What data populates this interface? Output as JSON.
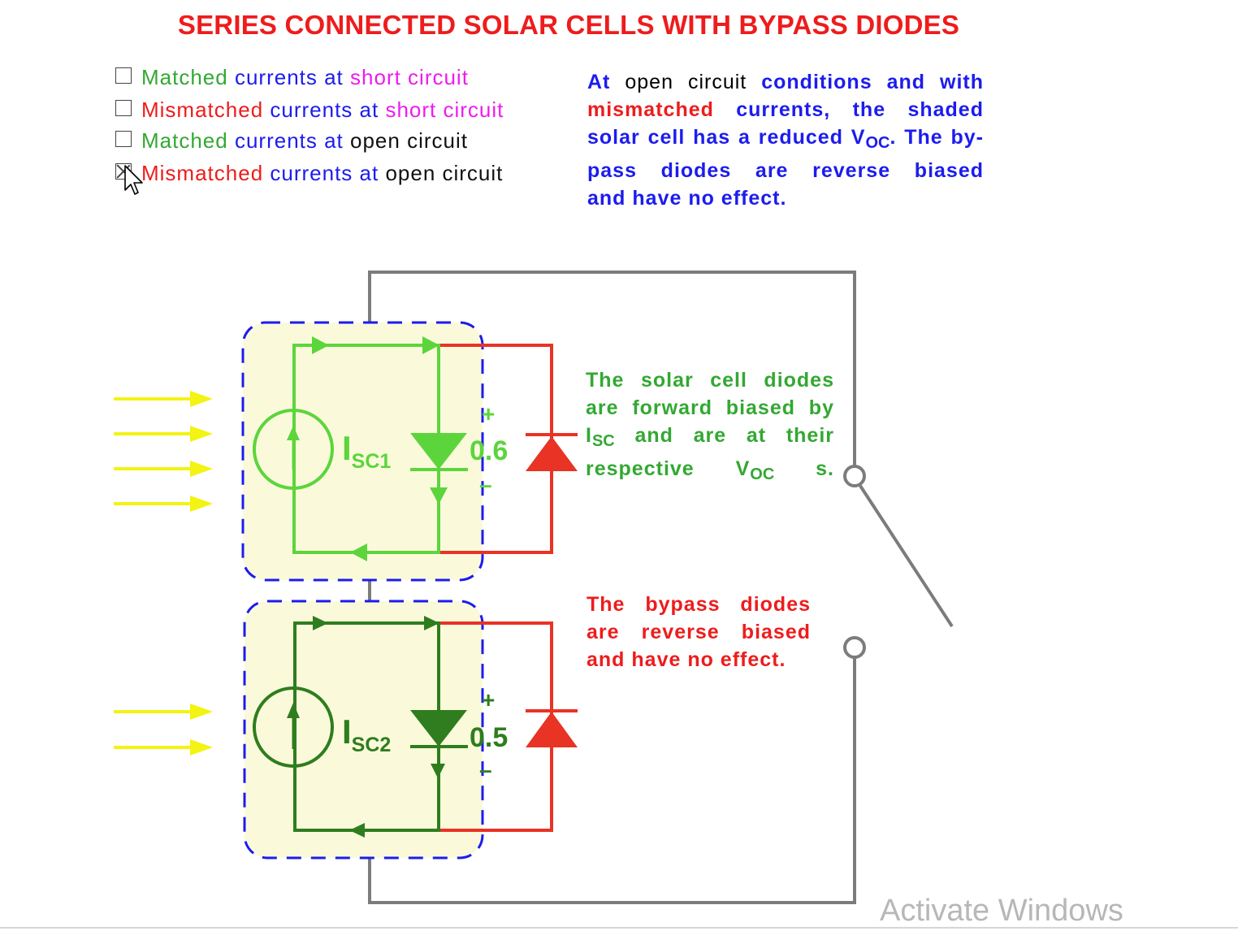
{
  "title": "SERIES CONNECTED SOLAR CELLS WITH BYPASS DIODES",
  "colors": {
    "title": "#ee1c1c",
    "green_text": "#33a832",
    "blue_text": "#1c1cee",
    "magenta_text": "#ee1cee",
    "red_text": "#ee1c1c",
    "cell1_wire": "#5cd53c",
    "cell2_wire": "#2f7d1e",
    "bypass": "#e83325",
    "outer_wire": "#7c7c7c",
    "cell_fill": "#fafadb",
    "cell_border": "#1c1cee",
    "light_ray": "#f3f314"
  },
  "options": [
    {
      "checked": false,
      "parts": [
        {
          "text": "Matched",
          "color": "green"
        },
        {
          "text": " currents at ",
          "color": "blue"
        },
        {
          "text": "short circuit",
          "color": "magenta"
        }
      ]
    },
    {
      "checked": false,
      "parts": [
        {
          "text": "Mismatched",
          "color": "red"
        },
        {
          "text": " currents at ",
          "color": "blue"
        },
        {
          "text": "short circuit",
          "color": "magenta"
        }
      ]
    },
    {
      "checked": false,
      "parts": [
        {
          "text": "Matched",
          "color": "green"
        },
        {
          "text": " currents at ",
          "color": "blue"
        },
        {
          "text": "open circuit",
          "color": "black"
        }
      ]
    },
    {
      "checked": true,
      "parts": [
        {
          "text": "Mismatched",
          "color": "red"
        },
        {
          "text": " currents at ",
          "color": "blue"
        },
        {
          "text": "open circuit",
          "color": "black"
        }
      ]
    }
  ],
  "description": {
    "a1": "At",
    "a2": " open circuit",
    "a3": " conditions and with",
    "b1": "mismatched",
    "b2": " currents, the shaded solar cell has a reduced V",
    "b_sub": "OC",
    "b3": ". The by-pass diodes are reverse biased",
    "c": "and have no effect."
  },
  "note_forward": {
    "t1": "The solar cell diodes are forward biased by I",
    "sub1": "SC",
    "t2": " and are at their respective V",
    "sub2": "OC",
    "t3": " s."
  },
  "note_bypass": {
    "t1": "The bypass diodes are reverse biased",
    "t2": "and have no effect."
  },
  "cell1": {
    "current_label": "I",
    "current_sub": "SC1",
    "voltage": "0.6",
    "plus": "+",
    "minus": "–"
  },
  "cell2": {
    "current_label": "I",
    "current_sub": "SC2",
    "voltage": "0.5",
    "plus": "+",
    "minus": "–"
  },
  "light_rays": {
    "cell1": 4,
    "cell2": 2
  },
  "watermark": "Activate Windows"
}
